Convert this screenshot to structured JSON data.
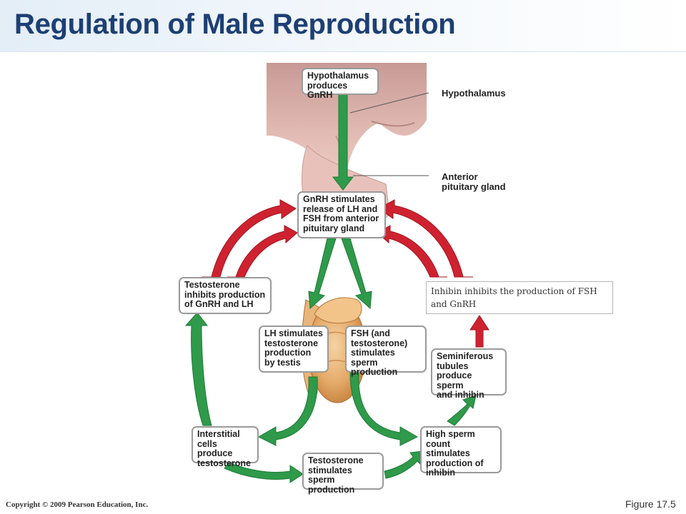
{
  "slide": {
    "title": "Regulation of Male Reproduction",
    "copyright": "Copyright © 2009 Pearson Education, Inc.",
    "figure_label": "Figure 17.5"
  },
  "diagram": {
    "labels": {
      "hypothalamus": "Hypothalamus",
      "anterior_pituitary": "Anterior\npituitary gland"
    },
    "boxes": {
      "hypothalamus_gnrh": "Hypothalamus\nproduces GnRH",
      "gnrh_stimulates": "GnRH stimulates\nrelease of LH and\nFSH from anterior\npituitary gland",
      "testosterone_inhibits": "Testosterone\ninhibits production\nof GnRH and LH",
      "lh_stimulates": "LH stimulates\ntestosterone\nproduction\nby testis",
      "fsh_stimulates": "FSH (and\ntestosterone)\nstimulates sperm\nproduction",
      "seminiferous": "Seminiferous\ntubules\nproduce sperm\nand inhibin",
      "interstitial": "Interstitial\ncells produce\ntestosterone",
      "testosterone_sperm": "Testosterone\nstimulates sperm\nproduction",
      "high_sperm": "High sperm\ncount stimulates\nproduction of\ninhibin"
    },
    "tooltip": "Inhibin inhibits the production of FSH and GnRH"
  },
  "colors": {
    "title": "#1d3f73",
    "stimulate_arrow": "#2e9a4a",
    "inhibit_arrow": "#cf2230",
    "brain_tissue": "#e2b8b1",
    "testis": "#e0a565"
  }
}
